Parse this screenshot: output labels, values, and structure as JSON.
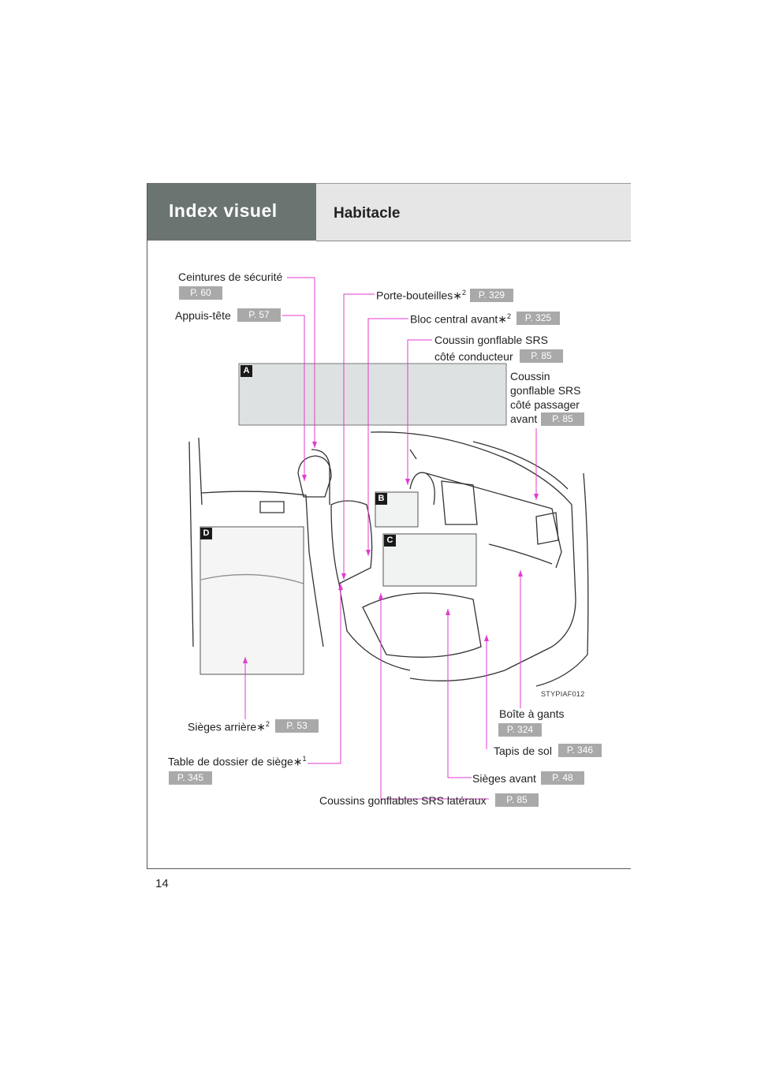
{
  "header": {
    "section_title": "Index visuel",
    "sub_title": "Habitacle"
  },
  "page_number": "14",
  "figure_code": "STYPIAF012",
  "inset_letters": [
    "A",
    "B",
    "C",
    "D"
  ],
  "callouts": {
    "seatbelts": {
      "label": "Ceintures de sécurité",
      "page": "P. 60"
    },
    "headrest": {
      "label": "Appuis-tête",
      "page": "P. 57"
    },
    "bottle_holders": {
      "label": "Porte-bouteilles",
      "note": "2",
      "page": "P. 329"
    },
    "front_console": {
      "label": "Bloc central avant",
      "note": "2",
      "page": "P. 325"
    },
    "driver_airbag": {
      "label_line1": "Coussin gonflable SRS",
      "label_line2": "côté conducteur",
      "page": "P. 85"
    },
    "passenger_airbag": {
      "line1": "Coussin",
      "line2": "gonflable SRS",
      "line3": "côté passager",
      "line4": "avant",
      "page": "P. 85"
    },
    "glovebox": {
      "label": "Boîte à gants",
      "page": "P. 324"
    },
    "rear_seats": {
      "label": "Sièges arrière",
      "note": "2",
      "page": "P. 53"
    },
    "floor_mats": {
      "label": "Tapis de sol",
      "page": "P. 346"
    },
    "seatback_table": {
      "label": "Table de dossier de siège",
      "note": "1",
      "page": "P. 345"
    },
    "front_seats": {
      "label": "Sièges avant",
      "page": "P. 48"
    },
    "side_airbags": {
      "label": "Coussins gonflables SRS latéraux",
      "page": "P. 85"
    }
  },
  "colors": {
    "header_dark": "#6b7471",
    "header_light": "#e6e6e6",
    "leader_line": "#e23bd0",
    "pill": "#a9a9a9",
    "inset_fill": "#dde1e1"
  },
  "icons": [
    "car-interior-illustration"
  ]
}
